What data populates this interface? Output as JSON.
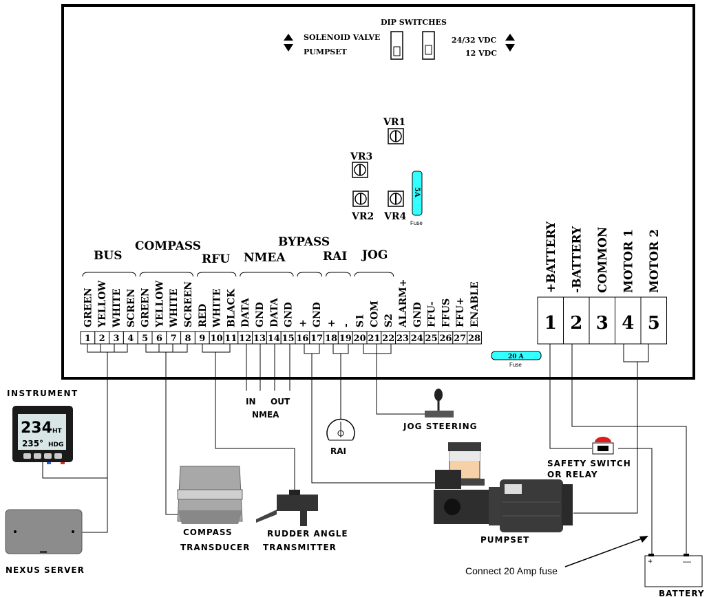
{
  "dip": {
    "title": "DIP SWITCHES",
    "left_top": "SOLENOID VALVE",
    "left_bottom": "PUMPSET",
    "right_top": "24/32 VDC",
    "right_bottom": "12 VDC"
  },
  "pots": {
    "vr1": "VR1",
    "vr2": "VR2",
    "vr3": "VR3",
    "vr4": "VR4"
  },
  "fuse5": {
    "value": "5A",
    "label": "Fuse"
  },
  "fuse20": {
    "value": "20 A",
    "label": "Fuse"
  },
  "groups": {
    "bus": "BUS",
    "compass": "COMPASS",
    "rfu": "RFU",
    "nmea": "NMEA",
    "bypass": "BYPASS",
    "rai": "RAI",
    "jog": "JOG"
  },
  "terminals": [
    {
      "num": "1",
      "label": "GREEN"
    },
    {
      "num": "2",
      "label": "YELLOW"
    },
    {
      "num": "3",
      "label": "WHITE"
    },
    {
      "num": "4",
      "label": "SCREN"
    },
    {
      "num": "5",
      "label": "GREEN"
    },
    {
      "num": "6",
      "label": "YELLOW"
    },
    {
      "num": "7",
      "label": "WHITE"
    },
    {
      "num": "8",
      "label": "SCREEN"
    },
    {
      "num": "9",
      "label": "RED"
    },
    {
      "num": "10",
      "label": "WHITE"
    },
    {
      "num": "11",
      "label": "BLACK"
    },
    {
      "num": "12",
      "label": "DATA"
    },
    {
      "num": "13",
      "label": "GND"
    },
    {
      "num": "14",
      "label": "DATA"
    },
    {
      "num": "15",
      "label": "GND"
    },
    {
      "num": "16",
      "label": "+"
    },
    {
      "num": "17",
      "label": "GND"
    },
    {
      "num": "18",
      "label": "+"
    },
    {
      "num": "19",
      "label": "-"
    },
    {
      "num": "20",
      "label": "S1"
    },
    {
      "num": "21",
      "label": "COM"
    },
    {
      "num": "22",
      "label": "S2"
    },
    {
      "num": "23",
      "label": "ALARM+"
    },
    {
      "num": "24",
      "label": "GND"
    },
    {
      "num": "25",
      "label": "FFU-"
    },
    {
      "num": "26",
      "label": "FFUS"
    },
    {
      "num": "27",
      "label": "FFU+"
    },
    {
      "num": "28",
      "label": "ENABLE"
    }
  ],
  "power": [
    {
      "num": "1",
      "label": "+BATTERY"
    },
    {
      "num": "2",
      "label": "-BATTERY"
    },
    {
      "num": "3",
      "label": "COMMON"
    },
    {
      "num": "4",
      "label": "MOTOR 1"
    },
    {
      "num": "5",
      "label": "MOTOR 2"
    }
  ],
  "nmea_io": {
    "in": "IN",
    "out": "OUT",
    "label": "NMEA"
  },
  "devices": {
    "instrument": "INSTRUMENT",
    "instrument_value": "234",
    "instrument_unit": "HT",
    "instrument_sub": "235°",
    "instrument_sub_unit": "HDG",
    "nexus": "NEXUS SERVER",
    "compass1": "COMPASS",
    "compass2": "TRANSDUCER",
    "rudder1": "RUDDER ANGLE",
    "rudder2": "TRANSMITTER",
    "rai": "RAI",
    "jog": "JOG STEERING",
    "pumpset": "PUMPSET",
    "safety1": "SAFETY SWITCH",
    "safety2": "OR RELAY",
    "battery": "BATTERY"
  },
  "fuse_note": "Connect 20 Amp fuse"
}
